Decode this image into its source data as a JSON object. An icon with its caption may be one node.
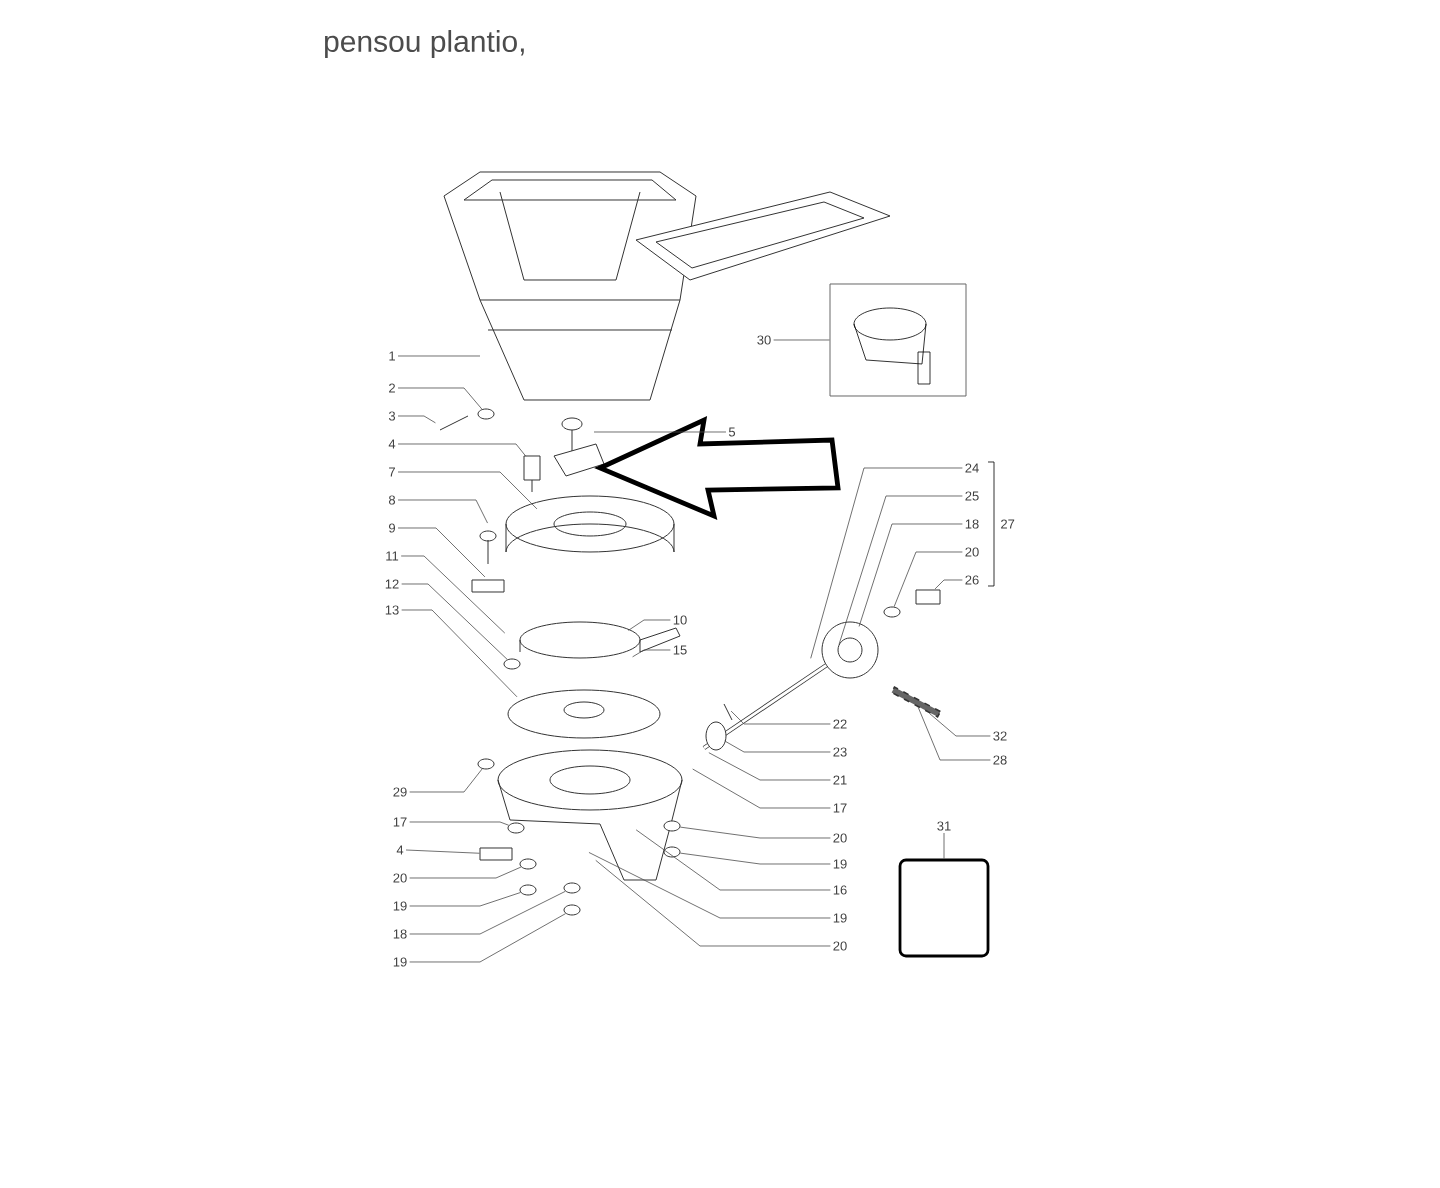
{
  "diagram": {
    "nodes": [
      {
        "text": [
          "1"
        ]
      },
      {
        "text": [
          "2"
        ]
      },
      {
        "text": [
          "3"
        ]
      },
      {
        "text": [
          "4"
        ]
      },
      {
        "text": [
          "7"
        ]
      },
      {
        "text": [
          "8"
        ]
      },
      {
        "text": [
          "9"
        ]
      },
      {
        "text": [
          "11"
        ]
      },
      {
        "text": [
          "12"
        ]
      },
      {
        "text": [
          "13"
        ]
      },
      {
        "text": [
          "5"
        ]
      },
      {
        "text": [
          "10"
        ]
      },
      {
        "text": [
          "15"
        ]
      },
      {
        "text": [
          "30"
        ]
      },
      {
        "text": [],
        "shape": "picture"
      },
      {
        "text": [
          "24"
        ]
      },
      {
        "text": [
          "25"
        ]
      },
      {
        "text": [
          "18"
        ]
      },
      {
        "text": [
          "20"
        ]
      },
      {
        "text": [
          "26"
        ]
      },
      {
        "text": [
          "22"
        ]
      },
      {
        "text": [
          "23"
        ]
      },
      {
        "text": [
          "21"
        ]
      },
      {
        "text": [
          "17"
        ]
      },
      {
        "text": [
          "32"
        ]
      },
      {
        "text": [
          "28"
        ]
      },
      {
        "text": [
          "29"
        ]
      },
      {
        "text": [
          "17"
        ]
      },
      {
        "text": [
          "4"
        ]
      },
      {
        "text": [
          "20"
        ]
      },
      {
        "text": [
          "19"
        ]
      },
      {
        "text": [
          "18"
        ]
      },
      {
        "text": [
          "19"
        ]
      },
      {
        "text": [
          "20"
        ]
      },
      {
        "text": [
          "19"
        ]
      },
      {
        "text": [
          "16"
        ]
      },
      {
        "text": [
          "19"
        ]
      },
      {
        "text": [
          "20"
        ]
      },
      {
        "text": [
          "31"
        ]
      },
      {
        "text": [],
        "shape": "box"
      },
      {
        "text": [],
        "shape": "circle"
      },
      {
        "text": [],
        "shape": "circle"
      },
      {
        "text": [],
        "shape": "circle"
      },
      {
        "text": [],
        "shape": "bar"
      },
      {
        "text": [],
        "shape": "circle"
      },
      {
        "text": [],
        "shape": "circle"
      },
      {
        "text": [],
        "shape": "circle"
      },
      {
        "text": [],
        "shape": "circle"
      },
      {
        "text": [],
        "shape": "circle"
      },
      {
        "text": [],
        "shape": "circle"
      },
      {
        "text": [],
        "shape": "circle"
      },
      {
        "text": [],
        "shape": "circle"
      },
      {
        "text": [],
        "shape": "box"
      }
    ],
    "edges": [
      {
        "from": 0,
        "to": null,
        "arrow": "none"
      },
      {
        "from": 1,
        "to": 40,
        "arrow": "none"
      },
      {
        "from": 2,
        "to": null,
        "arrow": "none"
      },
      {
        "from": 3,
        "to": null,
        "arrow": "none"
      },
      {
        "from": 4,
        "to": null,
        "arrow": "none"
      },
      {
        "from": 5,
        "to": null,
        "arrow": "none"
      },
      {
        "from": 6,
        "to": null,
        "arrow": "none"
      },
      {
        "from": 7,
        "to": null,
        "arrow": "none"
      },
      {
        "from": 8,
        "to": 41,
        "arrow": "none"
      },
      {
        "from": 9,
        "to": null,
        "arrow": "none"
      },
      {
        "from": 10,
        "to": null,
        "arrow": "none"
      },
      {
        "from": 11,
        "to": null,
        "arrow": "none"
      },
      {
        "from": 12,
        "to": null,
        "arrow": "none"
      },
      {
        "from": 13,
        "to": 14,
        "arrow": "none"
      },
      {
        "from": 15,
        "to": null,
        "arrow": "none"
      },
      {
        "from": 16,
        "to": null,
        "arrow": "none"
      },
      {
        "from": 17,
        "to": null,
        "arrow": "none"
      },
      {
        "from": 18,
        "to": 42,
        "arrow": "none"
      },
      {
        "from": 19,
        "to": null,
        "arrow": "none"
      },
      {
        "from": 20,
        "to": null,
        "arrow": "none"
      },
      {
        "from": 21,
        "to": null,
        "arrow": "none"
      },
      {
        "from": 22,
        "to": null,
        "arrow": "none"
      },
      {
        "from": 23,
        "to": null,
        "arrow": "none"
      },
      {
        "from": 24,
        "to": 43,
        "arrow": "none"
      },
      {
        "from": 25,
        "to": 43,
        "arrow": "none"
      },
      {
        "from": 26,
        "to": 44,
        "arrow": "none"
      },
      {
        "from": 27,
        "to": 45,
        "arrow": "none"
      },
      {
        "from": 28,
        "to": 52,
        "arrow": "none"
      },
      {
        "from": 29,
        "to": 46,
        "arrow": "none"
      },
      {
        "from": 30,
        "to": 47,
        "arrow": "none"
      },
      {
        "from": 31,
        "to": 48,
        "arrow": "none"
      },
      {
        "from": 32,
        "to": 49,
        "arrow": "none"
      },
      {
        "from": 33,
        "to": 50,
        "arrow": "none"
      },
      {
        "from": 34,
        "to": 51,
        "arrow": "none"
      },
      {
        "from": 35,
        "to": null,
        "arrow": "none"
      },
      {
        "from": 36,
        "to": null,
        "arrow": "none"
      },
      {
        "from": 37,
        "to": null,
        "arrow": "none"
      },
      {
        "from": 38,
        "to": 39,
        "arrow": "none"
      }
    ],
    "labels": [
      "pensou plantio,",
      "27"
    ]
  }
}
